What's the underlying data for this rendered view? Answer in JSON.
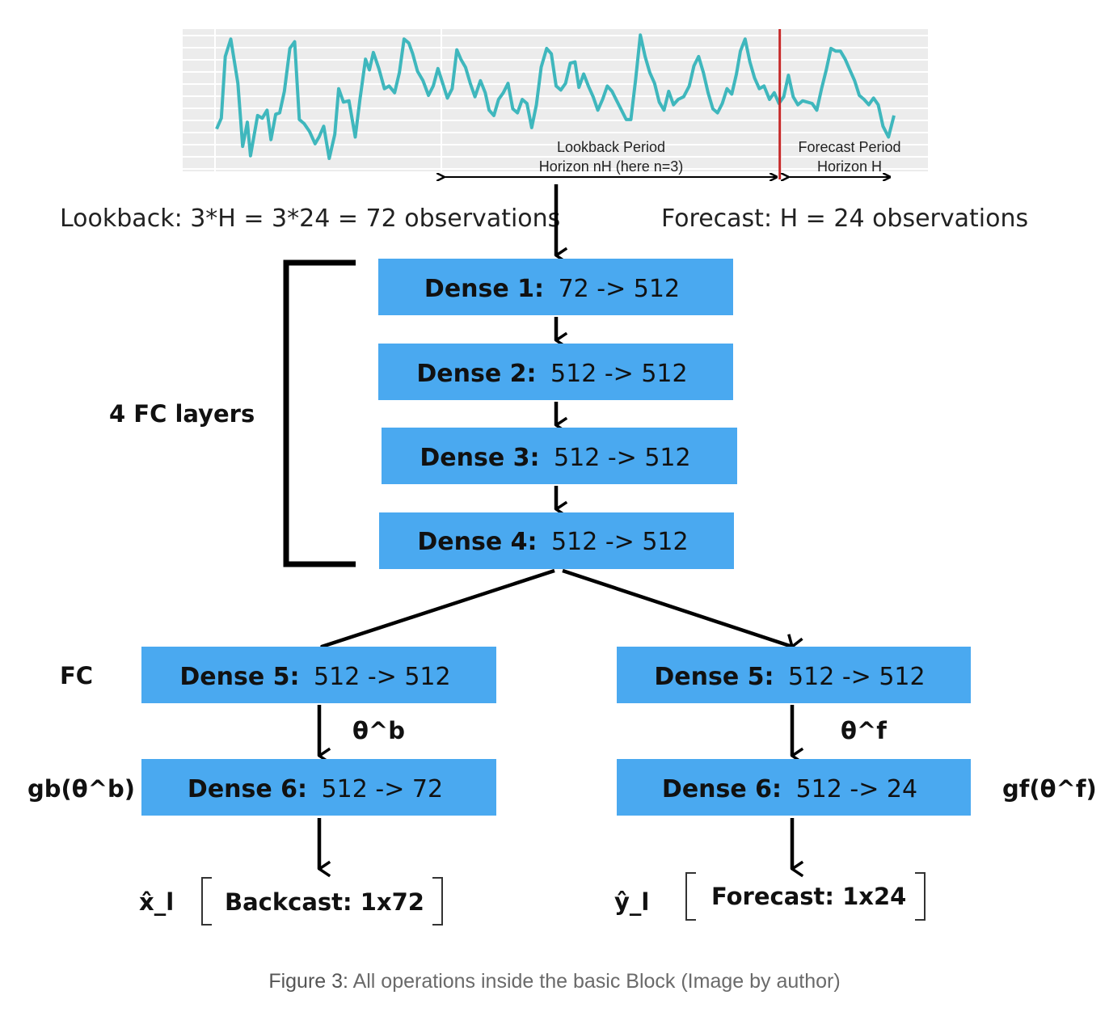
{
  "chart": {
    "series": [
      [
        0.0,
        0.28
      ],
      [
        0.6,
        0.36
      ],
      [
        1.1,
        0.82
      ],
      [
        1.8,
        0.95
      ],
      [
        2.7,
        0.62
      ],
      [
        3.3,
        0.15
      ],
      [
        3.9,
        0.33
      ],
      [
        4.3,
        0.08
      ],
      [
        5.2,
        0.38
      ],
      [
        5.8,
        0.36
      ],
      [
        6.4,
        0.42
      ],
      [
        6.9,
        0.2
      ],
      [
        7.5,
        0.39
      ],
      [
        8.0,
        0.4
      ],
      [
        8.6,
        0.56
      ],
      [
        9.3,
        0.88
      ],
      [
        9.9,
        0.93
      ],
      [
        10.5,
        0.35
      ],
      [
        11.1,
        0.32
      ],
      [
        11.8,
        0.26
      ],
      [
        12.5,
        0.17
      ],
      [
        13.0,
        0.22
      ],
      [
        13.6,
        0.3
      ],
      [
        14.3,
        0.06
      ],
      [
        15.0,
        0.24
      ],
      [
        15.5,
        0.58
      ],
      [
        16.1,
        0.48
      ],
      [
        16.8,
        0.49
      ],
      [
        17.6,
        0.22
      ],
      [
        18.2,
        0.5
      ],
      [
        18.9,
        0.8
      ],
      [
        19.4,
        0.72
      ],
      [
        19.9,
        0.85
      ],
      [
        20.6,
        0.73
      ],
      [
        21.3,
        0.58
      ],
      [
        21.9,
        0.6
      ],
      [
        22.6,
        0.55
      ],
      [
        23.2,
        0.7
      ],
      [
        23.8,
        0.95
      ],
      [
        24.4,
        0.92
      ],
      [
        24.9,
        0.84
      ],
      [
        25.5,
        0.71
      ],
      [
        26.2,
        0.64
      ],
      [
        26.9,
        0.53
      ],
      [
        27.5,
        0.6
      ],
      [
        28.1,
        0.73
      ],
      [
        28.7,
        0.62
      ],
      [
        29.3,
        0.51
      ],
      [
        29.9,
        0.58
      ],
      [
        30.5,
        0.87
      ],
      [
        31.0,
        0.8
      ],
      [
        31.6,
        0.74
      ],
      [
        32.2,
        0.62
      ],
      [
        32.8,
        0.52
      ],
      [
        33.5,
        0.64
      ],
      [
        34.1,
        0.55
      ],
      [
        34.6,
        0.42
      ],
      [
        35.2,
        0.38
      ],
      [
        35.8,
        0.5
      ],
      [
        36.4,
        0.55
      ],
      [
        37.0,
        0.62
      ],
      [
        37.6,
        0.43
      ],
      [
        38.2,
        0.4
      ],
      [
        38.8,
        0.5
      ],
      [
        39.4,
        0.47
      ],
      [
        40.0,
        0.29
      ],
      [
        40.6,
        0.46
      ],
      [
        41.2,
        0.74
      ],
      [
        41.9,
        0.88
      ],
      [
        42.5,
        0.84
      ],
      [
        43.1,
        0.6
      ],
      [
        43.7,
        0.57
      ],
      [
        44.3,
        0.62
      ],
      [
        44.9,
        0.77
      ],
      [
        45.5,
        0.78
      ],
      [
        46.0,
        0.59
      ],
      [
        46.6,
        0.69
      ],
      [
        47.2,
        0.6
      ],
      [
        47.8,
        0.52
      ],
      [
        48.4,
        0.42
      ],
      [
        49.0,
        0.5
      ],
      [
        49.6,
        0.6
      ],
      [
        50.2,
        0.56
      ],
      [
        50.8,
        0.49
      ],
      [
        51.4,
        0.42
      ],
      [
        52.0,
        0.35
      ],
      [
        52.6,
        0.35
      ],
      [
        53.2,
        0.65
      ],
      [
        53.8,
        0.98
      ],
      [
        54.4,
        0.82
      ],
      [
        55.0,
        0.7
      ],
      [
        55.6,
        0.62
      ],
      [
        56.2,
        0.48
      ],
      [
        56.8,
        0.42
      ],
      [
        57.4,
        0.56
      ],
      [
        58.0,
        0.46
      ],
      [
        58.6,
        0.5
      ],
      [
        59.3,
        0.52
      ],
      [
        60.0,
        0.6
      ],
      [
        60.6,
        0.75
      ],
      [
        61.2,
        0.82
      ],
      [
        61.8,
        0.7
      ],
      [
        62.4,
        0.55
      ],
      [
        63.0,
        0.43
      ],
      [
        63.6,
        0.4
      ],
      [
        64.2,
        0.47
      ],
      [
        64.8,
        0.58
      ],
      [
        65.4,
        0.54
      ],
      [
        66.0,
        0.69
      ],
      [
        66.5,
        0.86
      ],
      [
        67.1,
        0.95
      ],
      [
        67.7,
        0.78
      ],
      [
        68.3,
        0.66
      ],
      [
        68.9,
        0.58
      ],
      [
        69.5,
        0.6
      ],
      [
        70.2,
        0.5
      ],
      [
        70.8,
        0.55
      ],
      [
        71.4,
        0.47
      ],
      [
        72.0,
        0.52
      ],
      [
        72.6,
        0.68
      ],
      [
        73.2,
        0.52
      ],
      [
        73.8,
        0.46
      ],
      [
        74.4,
        0.49
      ],
      [
        75.0,
        0.48
      ],
      [
        75.6,
        0.47
      ],
      [
        76.2,
        0.42
      ],
      [
        76.8,
        0.58
      ],
      [
        77.4,
        0.72
      ],
      [
        78.0,
        0.88
      ],
      [
        78.6,
        0.86
      ],
      [
        79.2,
        0.86
      ],
      [
        79.8,
        0.8
      ],
      [
        80.4,
        0.72
      ],
      [
        81.0,
        0.64
      ],
      [
        81.6,
        0.53
      ],
      [
        82.2,
        0.5
      ],
      [
        82.8,
        0.46
      ],
      [
        83.4,
        0.51
      ],
      [
        84.0,
        0.46
      ],
      [
        84.6,
        0.3
      ],
      [
        85.3,
        0.22
      ],
      [
        86.0,
        0.38
      ]
    ],
    "cut_x": 71.5
  },
  "timeline": {
    "lookback_line1": "Lookback Period",
    "lookback_line2": "Horizon nH (here n=3)",
    "forecast_line1": "Forecast Period",
    "forecast_line2": "Horizon H"
  },
  "labels": {
    "lookback": "Lookback: 3*H = 3*24 = 72 observations",
    "forecast": "Forecast: H = 24 observations",
    "fc_group": "4 FC layers",
    "fc": "FC",
    "theta_b": "θ^b",
    "theta_f": "θ^f",
    "gb": "gb(θ^b)",
    "gf": "gf(θ^f)",
    "x_hat": "x̂_l",
    "y_hat": "ŷ_l"
  },
  "boxes": {
    "dense1": {
      "name": "Dense 1:",
      "dims": "72 -> 512"
    },
    "dense2": {
      "name": "Dense 2:",
      "dims": "512 -> 512"
    },
    "dense3": {
      "name": "Dense 3:",
      "dims": "512 -> 512"
    },
    "dense4": {
      "name": "Dense 4:",
      "dims": "512 -> 512"
    },
    "dense5_left": {
      "name": "Dense 5:",
      "dims": "512 -> 512"
    },
    "dense6_left": {
      "name": "Dense 6:",
      "dims": "512 -> 72"
    },
    "dense5_right": {
      "name": "Dense 5:",
      "dims": "512 -> 512"
    },
    "dense6_right": {
      "name": "Dense 6:",
      "dims": "512 -> 24"
    }
  },
  "outputs": {
    "backcast": "Backcast: 1x72",
    "forecast": "Forecast: 1x24"
  },
  "caption": {
    "label": "Figure 3:",
    "text": "All operations inside the basic Block (Image by author)"
  },
  "colors": {
    "box_fill": "#4aa9f0",
    "series_line": "#3fb7bd",
    "cut_line": "#c62828"
  }
}
